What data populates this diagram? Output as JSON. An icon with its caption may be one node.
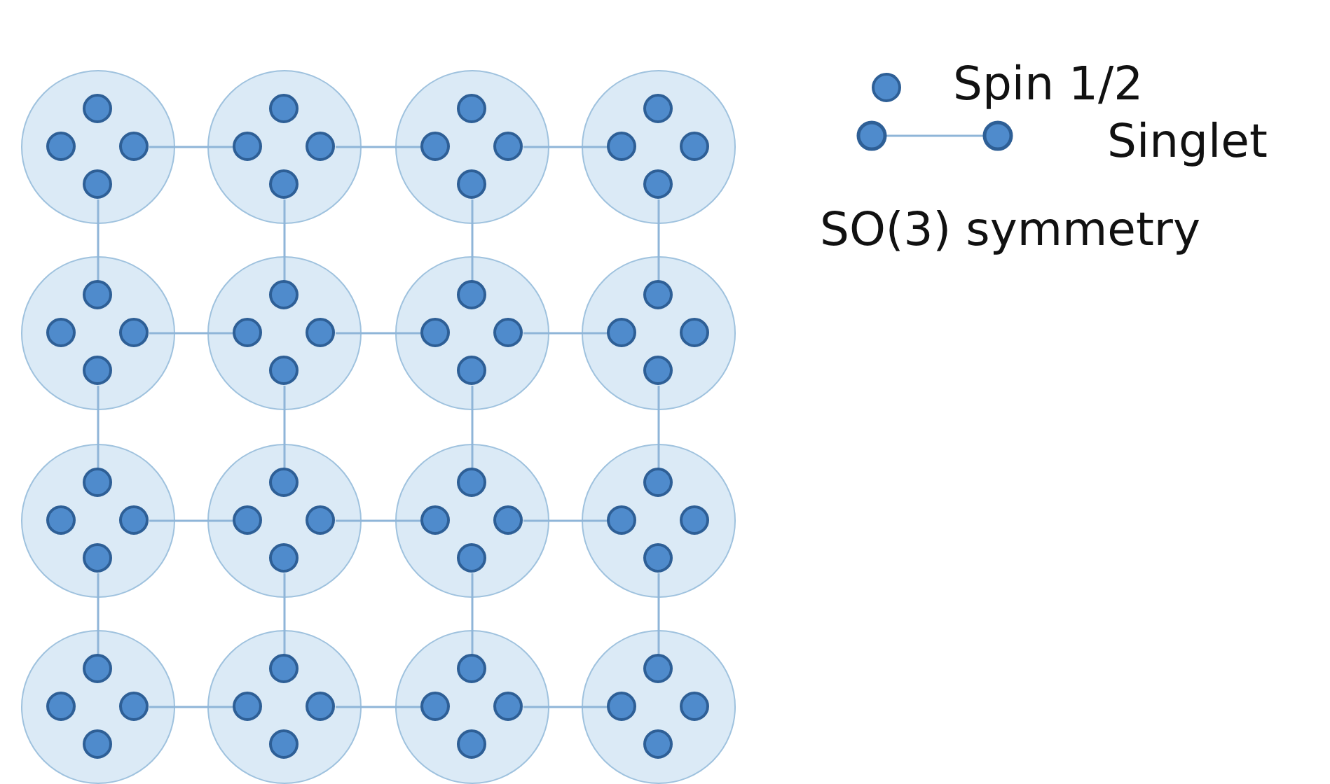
{
  "diagram": {
    "nodes": [
      {
        "text": [],
        "shape": "circle"
      },
      {
        "text": [],
        "shape": "circle",
        "in": 0
      },
      {
        "text": [],
        "shape": "circle",
        "in": 0
      },
      {
        "text": [],
        "shape": "circle",
        "in": 0
      },
      {
        "text": [],
        "shape": "circle",
        "in": 0
      },
      {
        "text": [],
        "shape": "circle"
      },
      {
        "text": [],
        "shape": "circle",
        "in": 5
      },
      {
        "text": [],
        "shape": "circle",
        "in": 5
      },
      {
        "text": [],
        "shape": "circle",
        "in": 5
      },
      {
        "text": [],
        "shape": "circle",
        "in": 5
      },
      {
        "text": [],
        "shape": "circle"
      },
      {
        "text": [],
        "shape": "circle",
        "in": 10
      },
      {
        "text": [],
        "shape": "circle",
        "in": 10
      },
      {
        "text": [],
        "shape": "circle",
        "in": 10
      },
      {
        "text": [],
        "shape": "circle",
        "in": 10
      },
      {
        "text": [],
        "shape": "circle"
      },
      {
        "text": [],
        "shape": "circle",
        "in": 15
      },
      {
        "text": [],
        "shape": "circle",
        "in": 15
      },
      {
        "text": [],
        "shape": "circle",
        "in": 15
      },
      {
        "text": [],
        "shape": "circle",
        "in": 15
      },
      {
        "text": [],
        "shape": "circle"
      },
      {
        "text": [],
        "shape": "circle",
        "in": 20
      },
      {
        "text": [],
        "shape": "circle",
        "in": 20
      },
      {
        "text": [],
        "shape": "circle",
        "in": 20
      },
      {
        "text": [],
        "shape": "circle",
        "in": 20
      },
      {
        "text": [],
        "shape": "circle"
      },
      {
        "text": [],
        "shape": "circle",
        "in": 25
      },
      {
        "text": [],
        "shape": "circle",
        "in": 25
      },
      {
        "text": [],
        "shape": "circle",
        "in": 25
      },
      {
        "text": [],
        "shape": "circle",
        "in": 25
      },
      {
        "text": [],
        "shape": "circle"
      },
      {
        "text": [],
        "shape": "circle",
        "in": 30
      },
      {
        "text": [],
        "shape": "circle",
        "in": 30
      },
      {
        "text": [],
        "shape": "circle",
        "in": 30
      },
      {
        "text": [],
        "shape": "circle",
        "in": 30
      },
      {
        "text": [],
        "shape": "circle"
      },
      {
        "text": [],
        "shape": "circle",
        "in": 35
      },
      {
        "text": [],
        "shape": "circle",
        "in": 35
      },
      {
        "text": [],
        "shape": "circle",
        "in": 35
      },
      {
        "text": [],
        "shape": "circle",
        "in": 35
      },
      {
        "text": [],
        "shape": "circle"
      },
      {
        "text": [],
        "shape": "circle",
        "in": 40
      },
      {
        "text": [],
        "shape": "circle",
        "in": 40
      },
      {
        "text": [],
        "shape": "circle",
        "in": 40
      },
      {
        "text": [],
        "shape": "circle",
        "in": 40
      },
      {
        "text": [],
        "shape": "circle"
      },
      {
        "text": [],
        "shape": "circle",
        "in": 45
      },
      {
        "text": [],
        "shape": "circle",
        "in": 45
      },
      {
        "text": [],
        "shape": "circle",
        "in": 45
      },
      {
        "text": [],
        "shape": "circle",
        "in": 45
      },
      {
        "text": [],
        "shape": "circle"
      },
      {
        "text": [],
        "shape": "circle",
        "in": 50
      },
      {
        "text": [],
        "shape": "circle",
        "in": 50
      },
      {
        "text": [],
        "shape": "circle",
        "in": 50
      },
      {
        "text": [],
        "shape": "circle",
        "in": 50
      },
      {
        "text": [],
        "shape": "circle"
      },
      {
        "text": [],
        "shape": "circle",
        "in": 55
      },
      {
        "text": [],
        "shape": "circle",
        "in": 55
      },
      {
        "text": [],
        "shape": "circle",
        "in": 55
      },
      {
        "text": [],
        "shape": "circle",
        "in": 55
      },
      {
        "text": [],
        "shape": "circle"
      },
      {
        "text": [],
        "shape": "circle",
        "in": 60
      },
      {
        "text": [],
        "shape": "circle",
        "in": 60
      },
      {
        "text": [],
        "shape": "circle",
        "in": 60
      },
      {
        "text": [],
        "shape": "circle",
        "in": 60
      },
      {
        "text": [],
        "shape": "circle"
      },
      {
        "text": [],
        "shape": "circle",
        "in": 65
      },
      {
        "text": [],
        "shape": "circle",
        "in": 65
      },
      {
        "text": [],
        "shape": "circle",
        "in": 65
      },
      {
        "text": [],
        "shape": "circle",
        "in": 65
      },
      {
        "text": [],
        "shape": "circle"
      },
      {
        "text": [],
        "shape": "circle",
        "in": 70
      },
      {
        "text": [],
        "shape": "circle",
        "in": 70
      },
      {
        "text": [],
        "shape": "circle",
        "in": 70
      },
      {
        "text": [],
        "shape": "circle",
        "in": 70
      },
      {
        "text": [],
        "shape": "circle"
      },
      {
        "text": [],
        "shape": "circle",
        "in": 75
      },
      {
        "text": [],
        "shape": "circle",
        "in": 75
      },
      {
        "text": [],
        "shape": "circle",
        "in": 75
      },
      {
        "text": [],
        "shape": "circle",
        "in": 75
      }
    ],
    "edges": [
      {
        "from": 3,
        "to": 7,
        "arrow": "none"
      },
      {
        "from": 8,
        "to": 12,
        "arrow": "none"
      },
      {
        "from": 13,
        "to": 17,
        "arrow": "none"
      },
      {
        "from": 4,
        "to": 21,
        "arrow": "none"
      },
      {
        "from": 9,
        "to": 26,
        "arrow": "none"
      },
      {
        "from": 14,
        "to": 31,
        "arrow": "none"
      },
      {
        "from": 19,
        "to": 36,
        "arrow": "none"
      },
      {
        "from": 23,
        "to": 27,
        "arrow": "none"
      },
      {
        "from": 28,
        "to": 32,
        "arrow": "none"
      },
      {
        "from": 33,
        "to": 37,
        "arrow": "none"
      },
      {
        "from": 24,
        "to": 41,
        "arrow": "none"
      },
      {
        "from": 29,
        "to": 46,
        "arrow": "none"
      },
      {
        "from": 34,
        "to": 51,
        "arrow": "none"
      },
      {
        "from": 39,
        "to": 56,
        "arrow": "none"
      },
      {
        "from": 43,
        "to": 47,
        "arrow": "none"
      },
      {
        "from": 48,
        "to": 52,
        "arrow": "none"
      },
      {
        "from": 53,
        "to": 57,
        "arrow": "none"
      },
      {
        "from": 44,
        "to": 61,
        "arrow": "none"
      },
      {
        "from": 49,
        "to": 66,
        "arrow": "none"
      },
      {
        "from": 54,
        "to": 71,
        "arrow": "none"
      },
      {
        "from": 59,
        "to": 76,
        "arrow": "none"
      },
      {
        "from": 63,
        "to": 67,
        "arrow": "none"
      },
      {
        "from": 68,
        "to": 72,
        "arrow": "none"
      },
      {
        "from": 73,
        "to": 77,
        "arrow": "none"
      }
    ],
    "legend": [
      {
        "text": "Spin 1/2"
      },
      {
        "text": "Singlet"
      },
      {
        "text": "SO(3) symmetry"
      }
    ]
  }
}
